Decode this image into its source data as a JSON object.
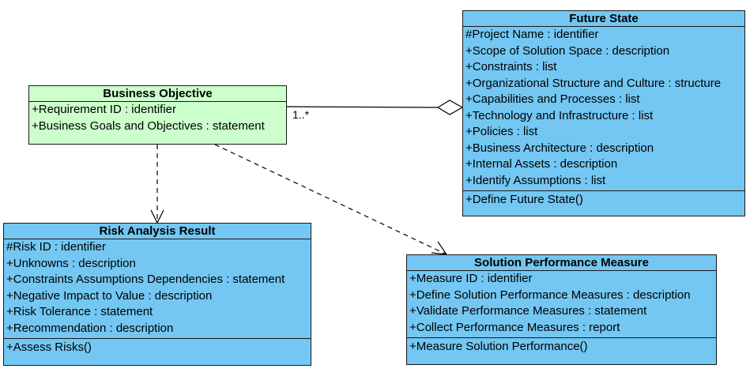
{
  "diagram": {
    "business_objective": {
      "name": "Business Objective",
      "attributes": [
        "+Requirement ID : identifier",
        "+Business Goals and Objectives : statement"
      ],
      "operations": []
    },
    "future_state": {
      "name": "Future State",
      "attributes": [
        "#Project Name : identifier",
        "+Scope of Solution Space : description",
        "+Constraints : list",
        "+Organizational Structure and Culture : structure",
        "+Capabilities and Processes : list",
        "+Technology and Infrastructure : list",
        "+Policies : list",
        "+Business Architecture : description",
        "+Internal Assets : description",
        "+Identify Assumptions : list"
      ],
      "operations": [
        "+Define Future State()"
      ]
    },
    "risk_analysis_result": {
      "name": "Risk Analysis Result",
      "attributes": [
        "#Risk ID : identifier",
        "+Unknowns : description",
        "+Constraints Assumptions Dependencies : statement",
        "+Negative Impact to Value : description",
        "+Risk Tolerance : statement",
        "+Recommendation : description"
      ],
      "operations": [
        "+Assess Risks()"
      ]
    },
    "solution_performance_measure": {
      "name": "Solution Performance Measure",
      "attributes": [
        "+Measure ID : identifier",
        "+Define Solution Performance Measures : description",
        "+Validate Performance Measures : statement",
        "+Collect Performance Measures : report"
      ],
      "operations": [
        "+Measure Solution Performance()"
      ]
    },
    "aggregation_multiplicity": "1..*",
    "colors": {
      "class_fill_blue": "#73c7f2",
      "class_fill_green": "#ccffcc",
      "border": "#1a1a1a"
    }
  }
}
